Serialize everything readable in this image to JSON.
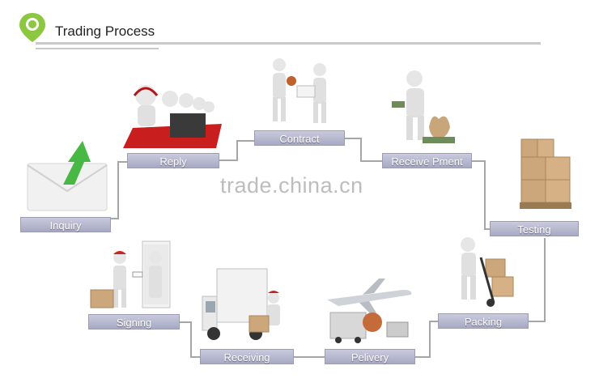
{
  "header": {
    "title": "Trading Process"
  },
  "watermark": "trade.china.cn",
  "steps": [
    {
      "label": "Inquiry",
      "icon": "envelope-arrow-icon"
    },
    {
      "label": "Reply",
      "icon": "support-agents-icon"
    },
    {
      "label": "Contract",
      "icon": "handshake-figures-icon"
    },
    {
      "label": "Receive Pment",
      "icon": "money-bags-icon"
    },
    {
      "label": "Testing",
      "icon": "stacked-boxes-icon"
    },
    {
      "label": "Packing",
      "icon": "hand-truck-icon"
    },
    {
      "label": "Pelivery",
      "icon": "airplane-truck-icon"
    },
    {
      "label": "Receiving",
      "icon": "delivery-truck-icon"
    },
    {
      "label": "Signing",
      "icon": "signing-door-icon"
    }
  ],
  "colors": {
    "label_top": "#c9cadd",
    "label_bottom": "#a7a9c3",
    "connector": "#a6a6a6",
    "logo": "#8dc63f",
    "arrow": "#48b844"
  }
}
